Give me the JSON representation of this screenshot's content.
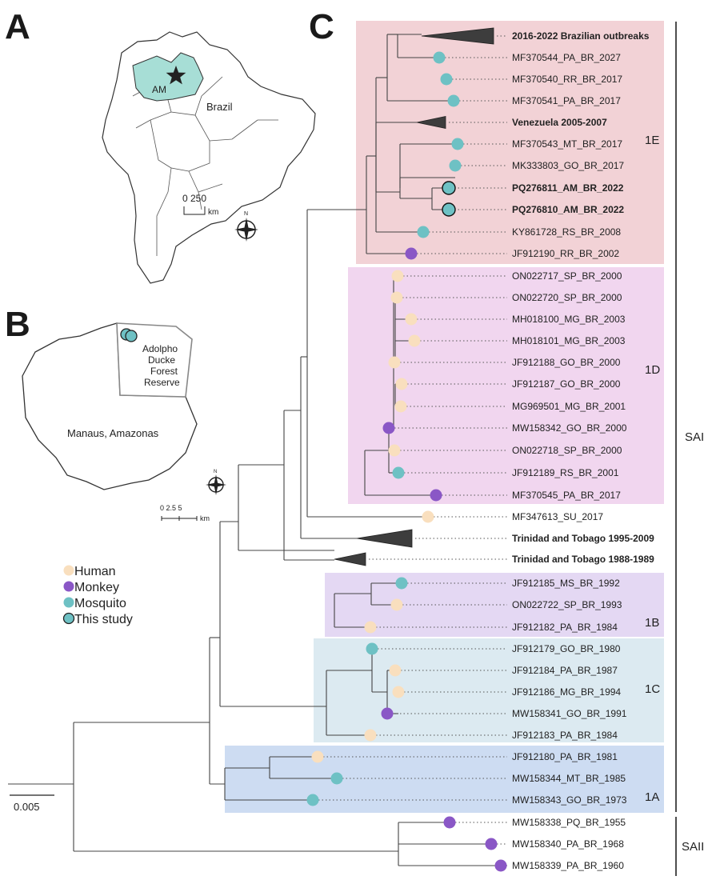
{
  "panels": {
    "a": "A",
    "b": "B",
    "c": "C"
  },
  "map_a": {
    "state_label": "AM",
    "country_label": "Brazil",
    "scale_values": "0   250",
    "scale_unit": "km",
    "north": "N"
  },
  "map_b": {
    "reserve_label": [
      "Adolpho",
      "Ducke",
      "Forest",
      "Reserve"
    ],
    "city_label": "Manaus, Amazonas",
    "scale_values": "0   2.5   5",
    "scale_unit": "km",
    "north": "N"
  },
  "legend": [
    {
      "label": "Human",
      "color": "#f9dfbe",
      "outline": false
    },
    {
      "label": "Monkey",
      "color": "#8a57c6",
      "outline": false
    },
    {
      "label": "Mosquito",
      "color": "#6ec1c4",
      "outline": false
    },
    {
      "label": "This study",
      "color": "#6ec1c4",
      "outline": true
    }
  ],
  "scale_bar": "0.005",
  "clades": [
    {
      "id": "1E",
      "label": "1E",
      "color": "#f2d2d6"
    },
    {
      "id": "1D",
      "label": "1D",
      "color": "#f1d6ef"
    },
    {
      "id": "1B",
      "label": "1B",
      "color": "#e4d8f3"
    },
    {
      "id": "1C",
      "label": "1C",
      "color": "#dceaf1"
    },
    {
      "id": "1A",
      "label": "1A",
      "color": "#cddcf2"
    }
  ],
  "lineages": [
    {
      "label": "SAI"
    },
    {
      "label": "SAII"
    }
  ],
  "tips": [
    {
      "label": "2016-2022 Brazilian outbreaks",
      "bold": true,
      "host": "collapsed"
    },
    {
      "label": "MF370544_PA_BR_2027",
      "bold": false,
      "host": "mosquito"
    },
    {
      "label": "MF370540_RR_BR_2017",
      "bold": false,
      "host": "mosquito"
    },
    {
      "label": "MF370541_PA_BR_2017",
      "bold": false,
      "host": "mosquito"
    },
    {
      "label": "Venezuela 2005-2007",
      "bold": true,
      "host": "collapsed"
    },
    {
      "label": "MF370543_MT_BR_2017",
      "bold": false,
      "host": "mosquito"
    },
    {
      "label": "MK333803_GO_BR_2017",
      "bold": false,
      "host": "mosquito"
    },
    {
      "label": "PQ276811_AM_BR_2022",
      "bold": true,
      "host": "this-study"
    },
    {
      "label": "PQ276810_AM_BR_2022",
      "bold": true,
      "host": "this-study"
    },
    {
      "label": "KY861728_RS_BR_2008",
      "bold": false,
      "host": "mosquito"
    },
    {
      "label": "JF912190_RR_BR_2002",
      "bold": false,
      "host": "monkey"
    },
    {
      "label": "ON022717_SP_BR_2000",
      "bold": false,
      "host": "human"
    },
    {
      "label": "ON022720_SP_BR_2000",
      "bold": false,
      "host": "human"
    },
    {
      "label": "MH018100_MG_BR_2003",
      "bold": false,
      "host": "human"
    },
    {
      "label": "MH018101_MG_BR_2003",
      "bold": false,
      "host": "human"
    },
    {
      "label": "JF912188_GO_BR_2000",
      "bold": false,
      "host": "human"
    },
    {
      "label": "JF912187_GO_BR_2000",
      "bold": false,
      "host": "human"
    },
    {
      "label": "MG969501_MG_BR_2001",
      "bold": false,
      "host": "human"
    },
    {
      "label": "MW158342_GO_BR_2000",
      "bold": false,
      "host": "monkey"
    },
    {
      "label": "ON022718_SP_BR_2000",
      "bold": false,
      "host": "human"
    },
    {
      "label": "JF912189_RS_BR_2001",
      "bold": false,
      "host": "mosquito"
    },
    {
      "label": "MF370545_PA_BR_2017",
      "bold": false,
      "host": "monkey"
    },
    {
      "label": "MF347613_SU_2017",
      "bold": false,
      "host": "human"
    },
    {
      "label": "Trinidad and Tobago 1995-2009",
      "bold": true,
      "host": "collapsed"
    },
    {
      "label": "Trinidad and Tobago 1988-1989",
      "bold": true,
      "host": "collapsed"
    },
    {
      "label": "JF912185_MS_BR_1992",
      "bold": false,
      "host": "mosquito"
    },
    {
      "label": "ON022722_SP_BR_1993",
      "bold": false,
      "host": "human"
    },
    {
      "label": "JF912182_PA_BR_1984",
      "bold": false,
      "host": "human"
    },
    {
      "label": "JF912179_GO_BR_1980",
      "bold": false,
      "host": "mosquito"
    },
    {
      "label": "JF912184_PA_BR_1987",
      "bold": false,
      "host": "human"
    },
    {
      "label": "JF912186_MG_BR_1994",
      "bold": false,
      "host": "human"
    },
    {
      "label": "MW158341_GO_BR_1991",
      "bold": false,
      "host": "monkey"
    },
    {
      "label": "JF912183_PA_BR_1984",
      "bold": false,
      "host": "human"
    },
    {
      "label": "JF912180_PA_BR_1981",
      "bold": false,
      "host": "human"
    },
    {
      "label": "MW158344_MT_BR_1985",
      "bold": false,
      "host": "mosquito"
    },
    {
      "label": "MW158343_GO_BR_1973",
      "bold": false,
      "host": "mosquito"
    },
    {
      "label": "MW158338_PQ_BR_1955",
      "bold": false,
      "host": "monkey"
    },
    {
      "label": "MW158340_PA_BR_1968",
      "bold": false,
      "host": "monkey"
    },
    {
      "label": "MW158339_PA_BR_1960",
      "bold": false,
      "host": "monkey"
    }
  ],
  "colors": {
    "human": "#f9dfbe",
    "monkey": "#8a57c6",
    "mosquito": "#6ec1c4",
    "map_highlight": "#a7ded6",
    "collapsed": "#3d3d3d"
  }
}
